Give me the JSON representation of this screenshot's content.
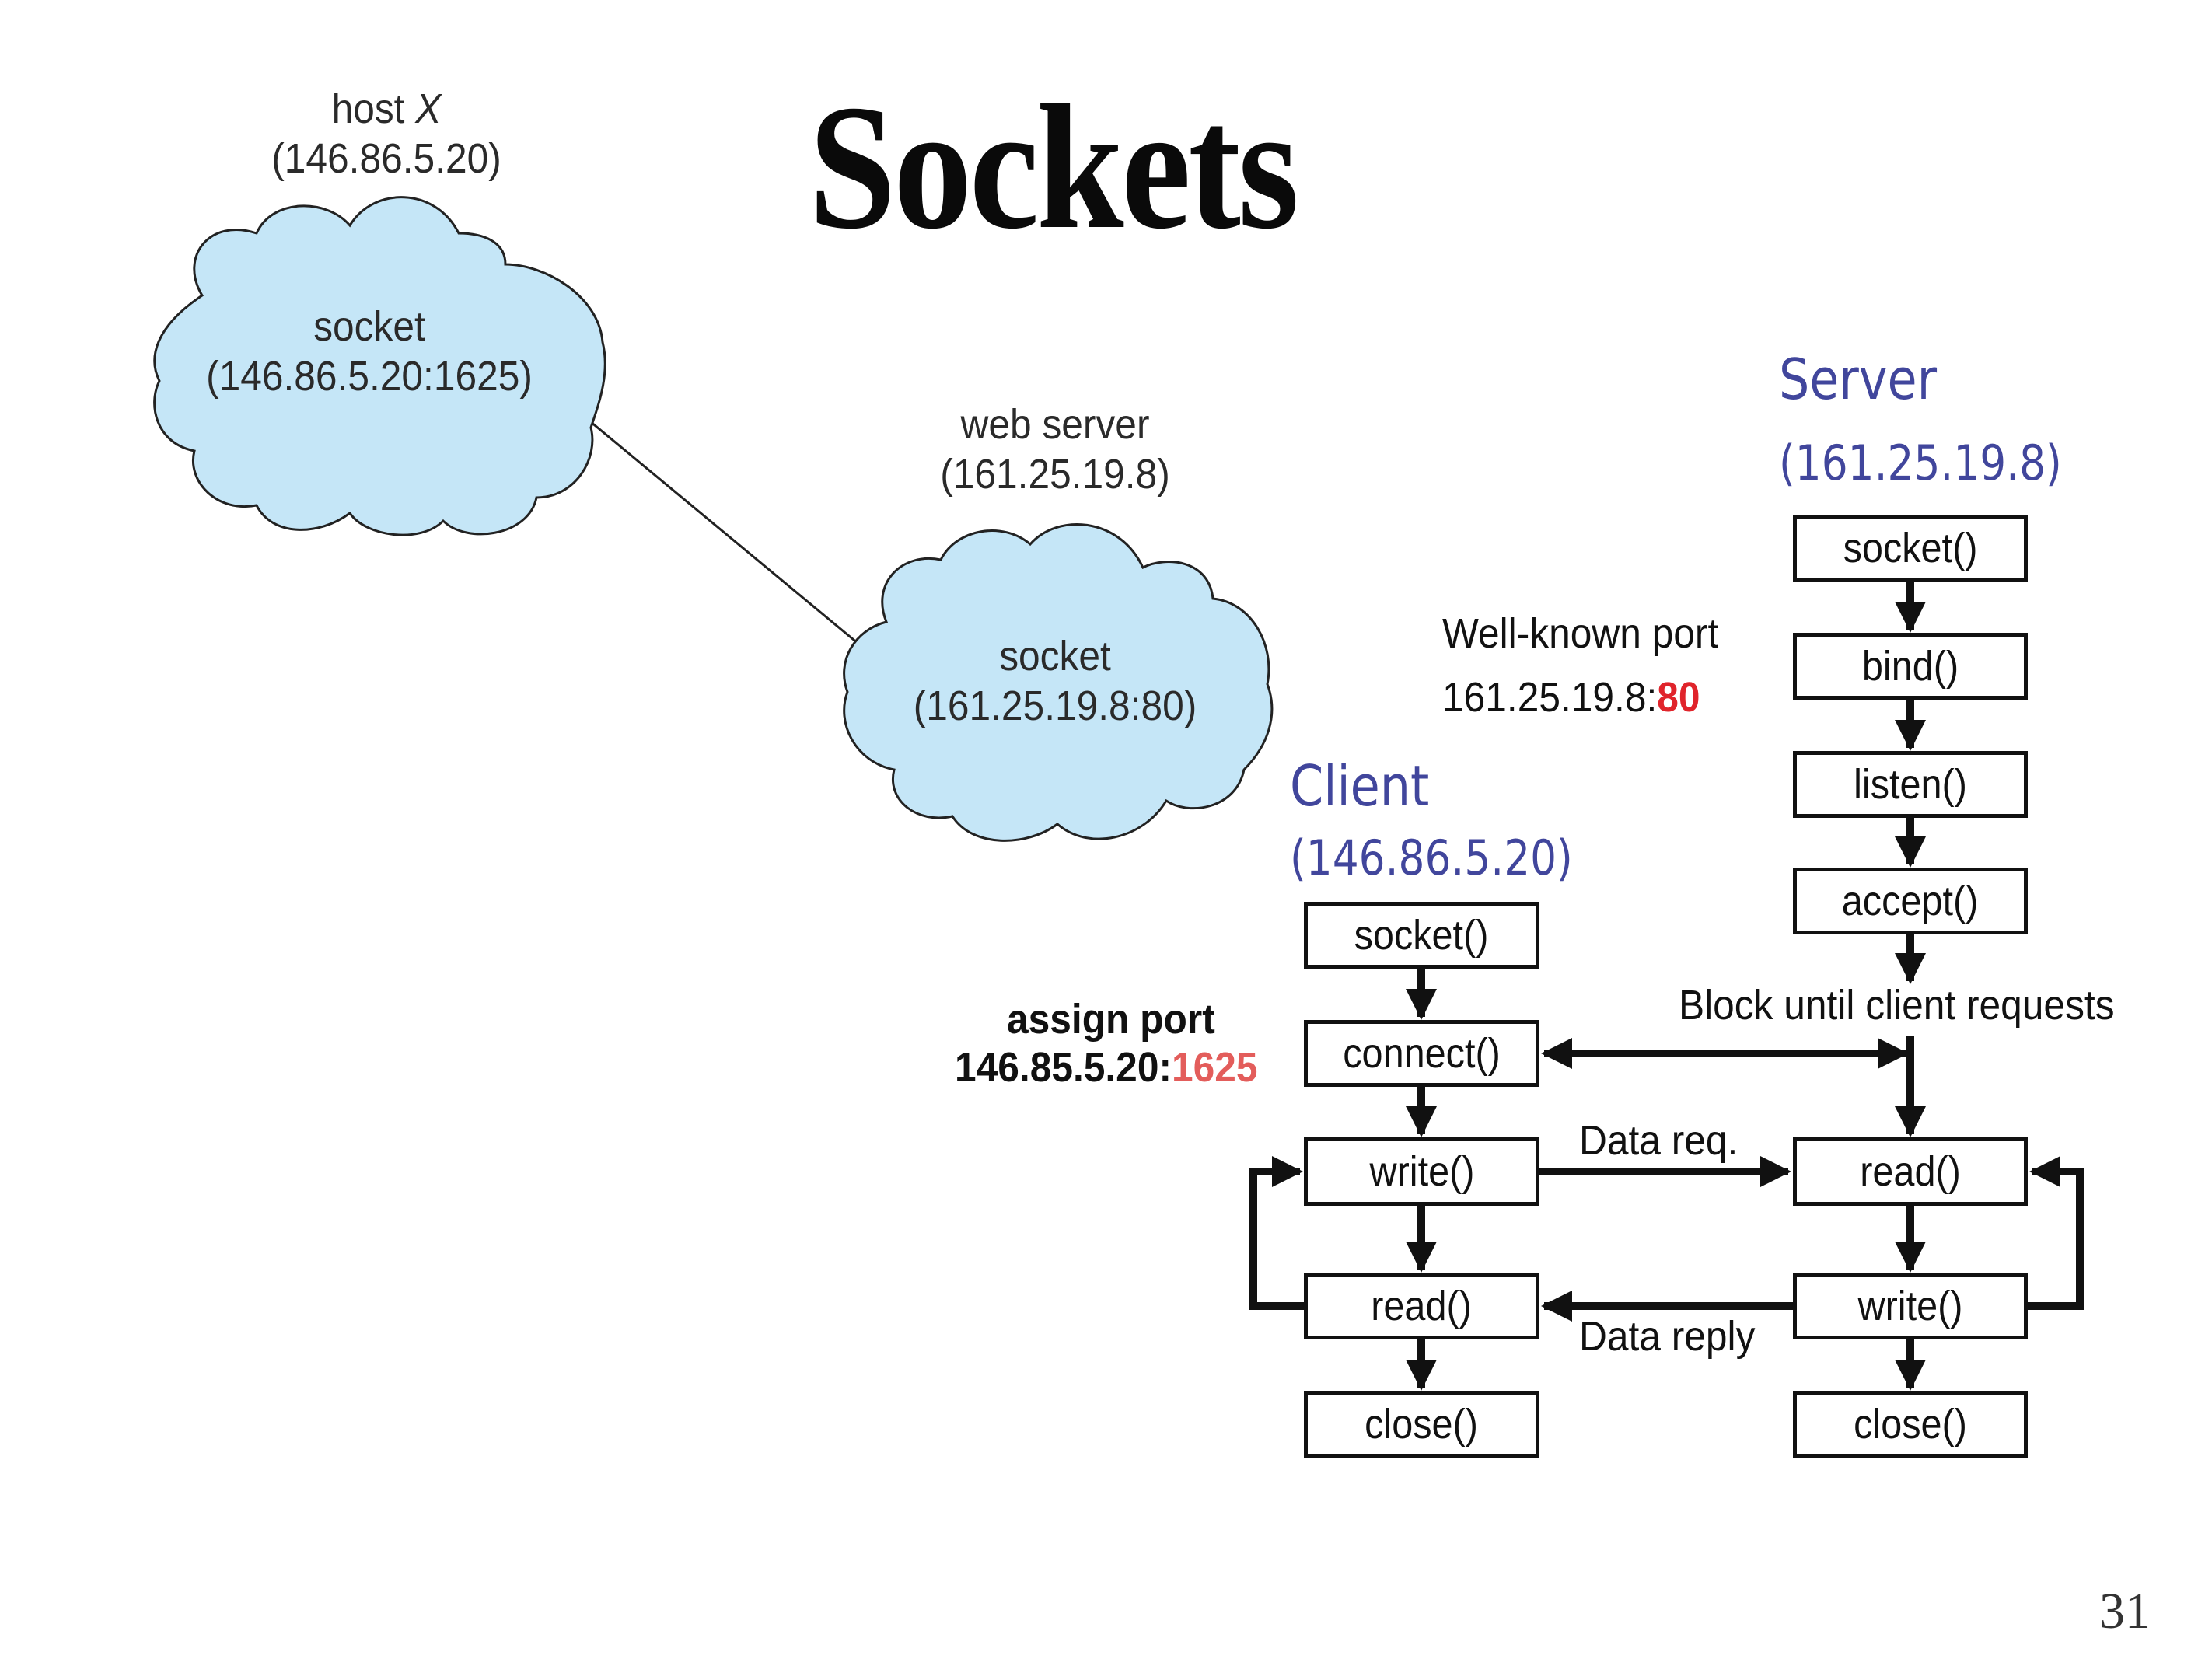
{
  "slide": {
    "title": "Sockets",
    "page_number": "31"
  },
  "network_figure": {
    "host": {
      "label_prefix": "host ",
      "label_var": "X",
      "ip": "(146.86.5.20)",
      "socket_label": "socket",
      "socket_addr": "(146.86.5.20:1625)"
    },
    "web_server": {
      "label": "web server",
      "ip": "(161.25.19.8)",
      "socket_label": "socket",
      "socket_addr": "(161.25.19.8:80)"
    },
    "cloud_color": "#c5e6f7"
  },
  "server": {
    "title": "Server",
    "ip": "(161.25.19.8)",
    "steps": [
      "socket()",
      "bind()",
      "listen()",
      "accept()",
      "read()",
      "write()",
      "close()"
    ],
    "well_known_label": "Well-known port",
    "well_known_addr_prefix": "161.25.19.8:",
    "well_known_port": "80",
    "block_note": "Block until client requests"
  },
  "client": {
    "title": "Client",
    "ip": "(146.86.5.20)",
    "steps": [
      "socket()",
      "connect()",
      "write()",
      "read()",
      "close()"
    ],
    "assign_label": "assign port",
    "assign_addr_prefix": "146.85.5.20:",
    "assign_port": "1625"
  },
  "flows": {
    "data_request": "Data req.",
    "data_reply": "Data reply"
  },
  "colors": {
    "accent_blue": "#41469c",
    "port_red": "#e0242b",
    "port_salmon": "#e35d5b"
  }
}
